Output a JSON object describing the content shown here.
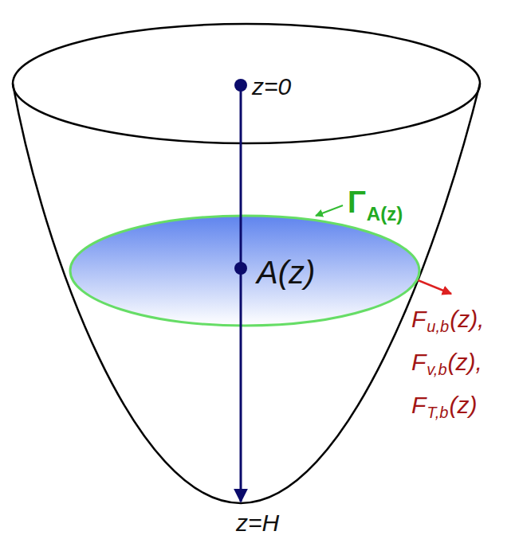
{
  "diagram": {
    "nodes": [
      {
        "text": [
          "A(z)"
        ]
      }
    ],
    "labels": [
      "z=0",
      "z=H",
      "Γ",
      "A(z)",
      "F",
      "u,b",
      "(z),",
      "F",
      "v,b",
      "(z),",
      "F",
      "T,b",
      "(z)"
    ]
  }
}
